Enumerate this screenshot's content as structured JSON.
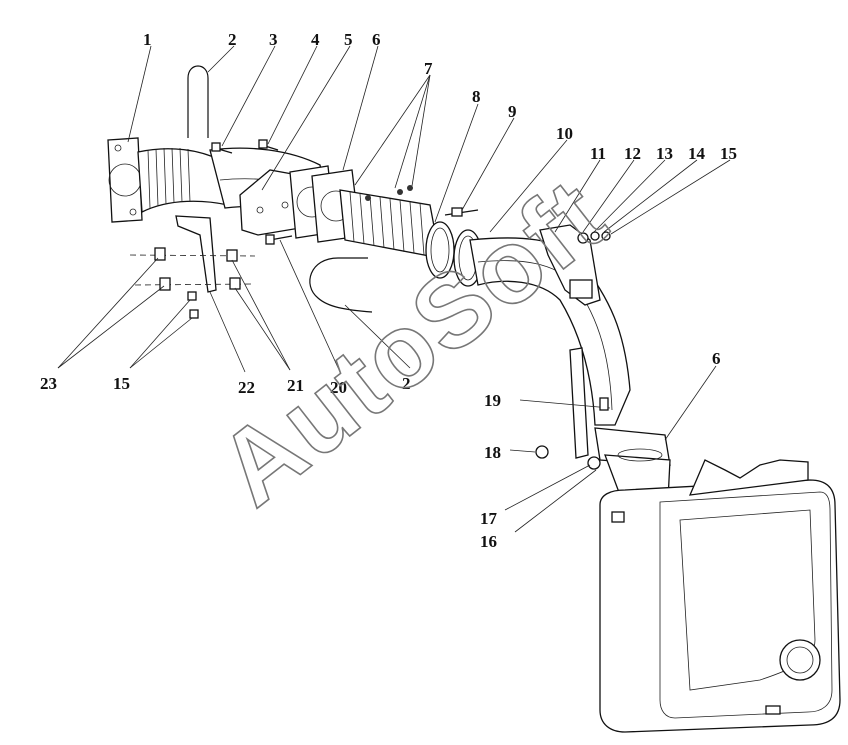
{
  "watermark": "AutoSoft",
  "labels": [
    "1",
    "2",
    "3",
    "4",
    "5",
    "6",
    "7",
    "8",
    "9",
    "10",
    "11",
    "12",
    "13",
    "14",
    "15",
    "23",
    "15",
    "22",
    "21",
    "20",
    "2",
    "19",
    "18",
    "17",
    "16",
    "6"
  ]
}
